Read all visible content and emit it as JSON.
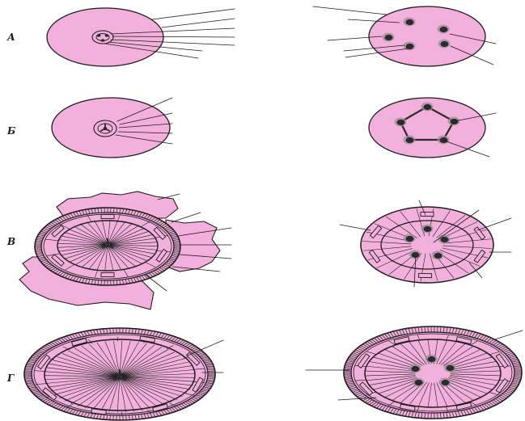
{
  "panel_labels": [
    "А",
    "Б",
    "В",
    "Г"
  ],
  "colors": {
    "background": "#ffffff",
    "tissue": "#f3b0dc",
    "line": "#1c1c1c",
    "bundle": "#2b2b2b",
    "bundle_halo": "#9a8f96"
  }
}
